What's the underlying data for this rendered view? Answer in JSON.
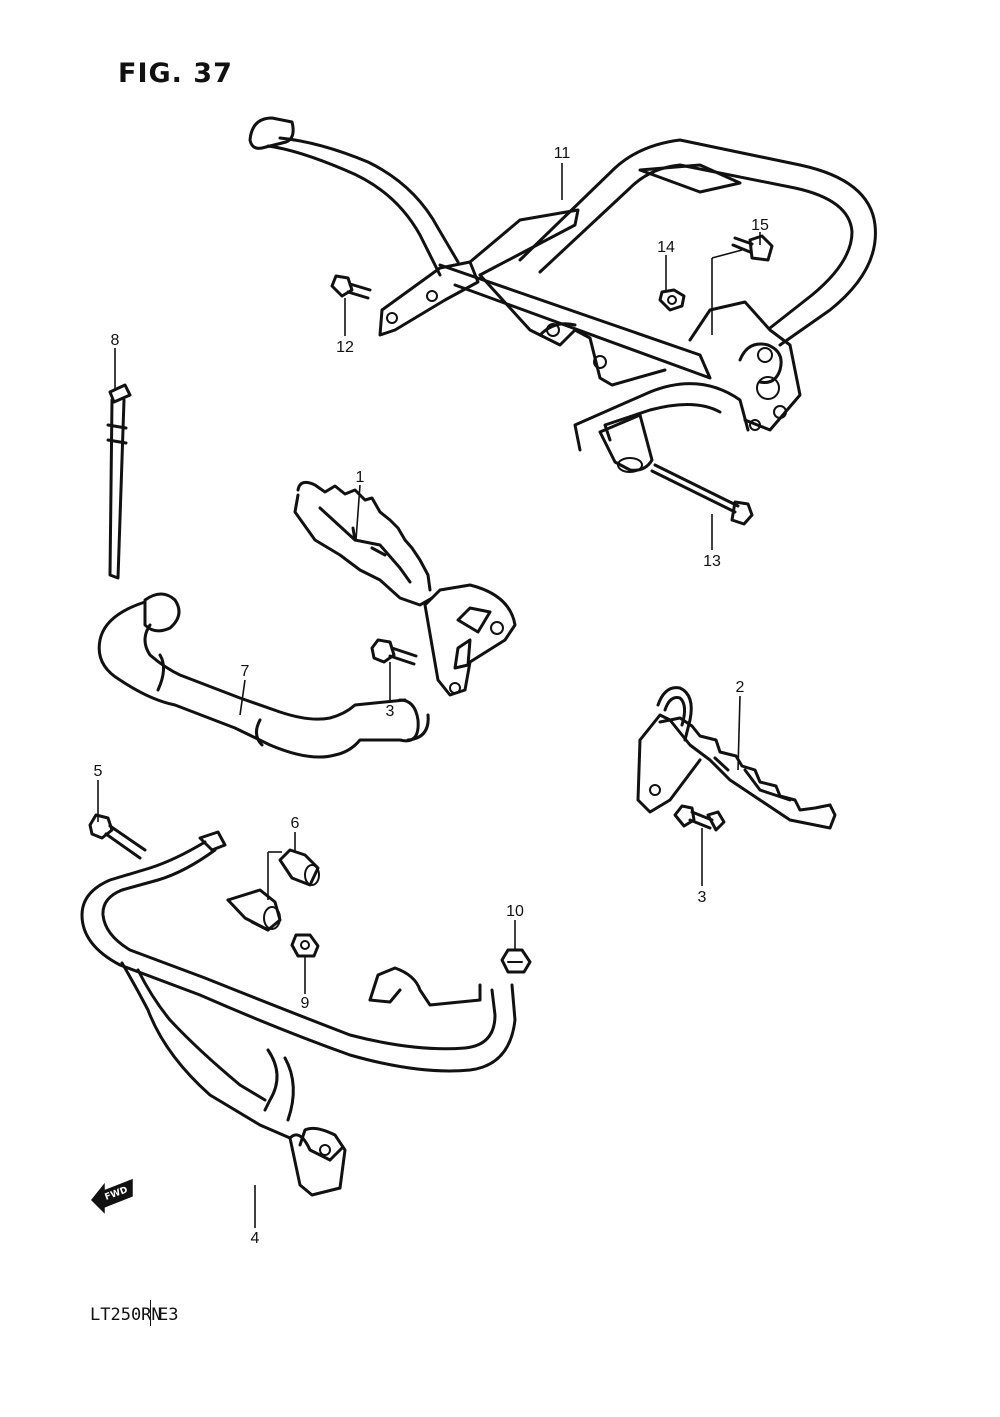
{
  "figure": {
    "title": "FIG. 37",
    "model": "LT250RN",
    "region_code": "E3"
  },
  "fwd_arrow": {
    "text": "FWD",
    "icon": "fwd-arrow-icon"
  },
  "callouts": [
    {
      "id": "c1",
      "label": "1"
    },
    {
      "id": "c2",
      "label": "2"
    },
    {
      "id": "c3a",
      "label": "3"
    },
    {
      "id": "c3b",
      "label": "3"
    },
    {
      "id": "c4",
      "label": "4"
    },
    {
      "id": "c5",
      "label": "5"
    },
    {
      "id": "c6",
      "label": "6"
    },
    {
      "id": "c7",
      "label": "7"
    },
    {
      "id": "c8",
      "label": "8"
    },
    {
      "id": "c9",
      "label": "9"
    },
    {
      "id": "c10",
      "label": "10"
    },
    {
      "id": "c11",
      "label": "11"
    },
    {
      "id": "c12",
      "label": "12"
    },
    {
      "id": "c13",
      "label": "13"
    },
    {
      "id": "c14",
      "label": "14"
    },
    {
      "id": "c15",
      "label": "15"
    }
  ]
}
